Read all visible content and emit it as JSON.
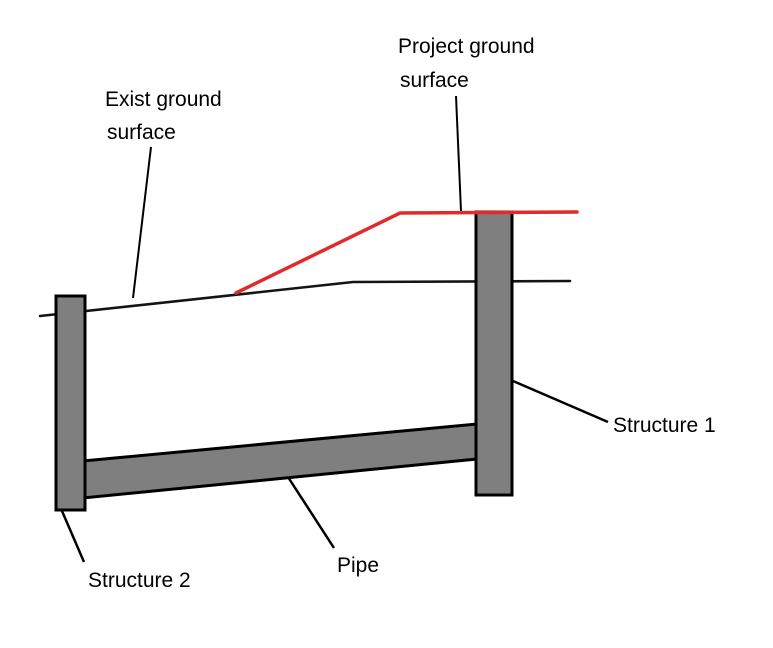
{
  "diagram": {
    "type": "engineering-sketch",
    "description_labels": {
      "project_ground": {
        "line1": "Project ground",
        "line2": "surface"
      },
      "exist_ground": {
        "line1": "Exist ground",
        "line2": "surface"
      },
      "structure1": "Structure 1",
      "structure2": "Structure 2",
      "pipe": "Pipe"
    },
    "colors": {
      "background": "#ffffff",
      "project_line": "#e12b2b",
      "ground_line": "#141414",
      "leader_line": "#000000",
      "structure_fill": "#7f7f7f",
      "pipe_fill": "#7f7f7f",
      "outline": "#000000",
      "text": "#000000"
    }
  }
}
